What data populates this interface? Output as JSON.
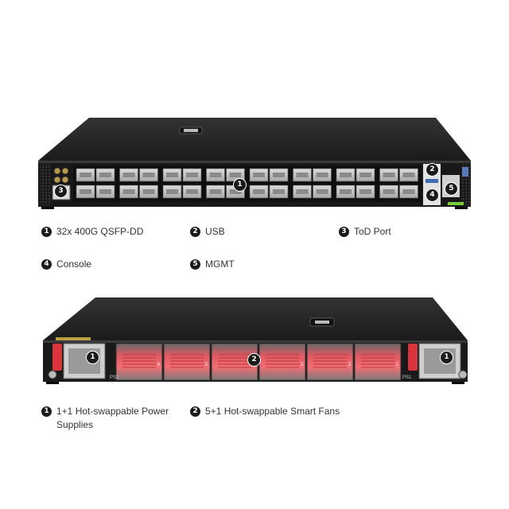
{
  "front_callouts": {
    "ports": "1",
    "usb": "2",
    "tod": "3",
    "console": "4",
    "mgmt": "5"
  },
  "rear_callouts": {
    "psu_left": "1",
    "fans": "2",
    "psu_right": "1"
  },
  "front_legend": [
    {
      "num": "1",
      "text": "32x 400G QSFP-DD"
    },
    {
      "num": "2",
      "text": "USB"
    },
    {
      "num": "3",
      "text": "ToD Port"
    },
    {
      "num": "4",
      "text": "Console"
    },
    {
      "num": "5",
      "text": "MGMT"
    }
  ],
  "rear_legend": [
    {
      "num": "1",
      "text": "1+1 Hot-swappable Power Supplies"
    },
    {
      "num": "2",
      "text": "5+1 Hot-swappable Smart Fans"
    }
  ],
  "fan_numbers": [
    "6",
    "5",
    "4",
    "3",
    "2",
    "1"
  ],
  "psu_labels": [
    "PS2",
    "PS1"
  ],
  "colors": {
    "chassis": "#1e1e1e",
    "chassis_top": "#2b2b2b",
    "port_silver": "#c9c9c9",
    "fan_red": "#e8525a",
    "psu_handle_red": "#d8353d",
    "status_green": "#7ccc3a"
  }
}
